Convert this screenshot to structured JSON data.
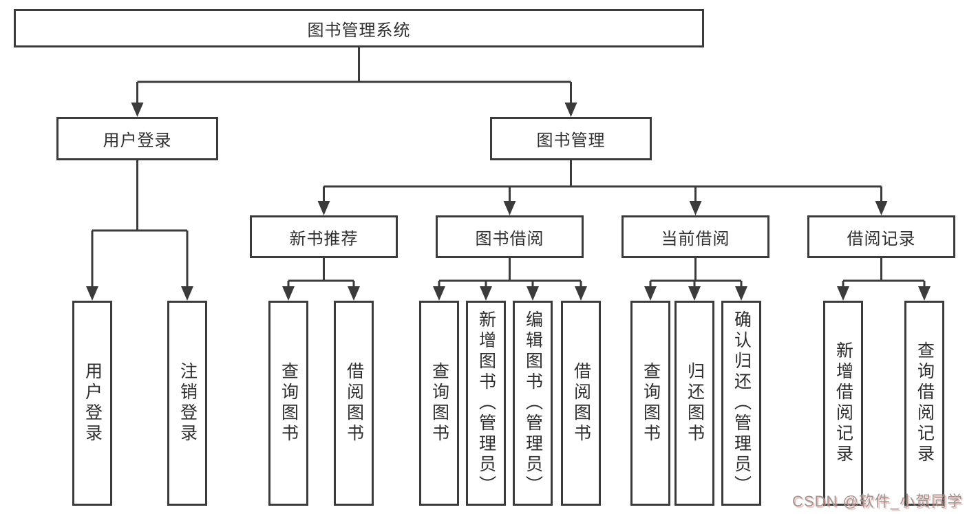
{
  "diagram": {
    "root": {
      "label": "图书管理系统"
    },
    "level2": [
      {
        "label": "用户登录"
      },
      {
        "label": "图书管理"
      }
    ],
    "level3": [
      {
        "label": "新书推荐"
      },
      {
        "label": "图书借阅"
      },
      {
        "label": "当前借阅"
      },
      {
        "label": "借阅记录"
      }
    ],
    "leaves": {
      "user_login": [
        "用户登录",
        "注销登录"
      ],
      "new_books": [
        "查询图书",
        "借阅图书"
      ],
      "book_borrow": [
        "查询图书",
        "新增图书（管理员）",
        "编辑图书（管理员）",
        "借阅图书"
      ],
      "current_borrow": [
        "查询图书",
        "归还图书",
        "确认归还（管理员）"
      ],
      "borrow_records": [
        "新增借阅记录",
        "查询借阅记录"
      ]
    },
    "watermark": "CSDN @软件_小贺同学",
    "colors": {
      "line": "#3b3b3b",
      "background": "#ffffff",
      "text": "#2e2e2e",
      "watermark_gray": "#9a9a9a",
      "watermark_pink": "#ec9288"
    }
  }
}
